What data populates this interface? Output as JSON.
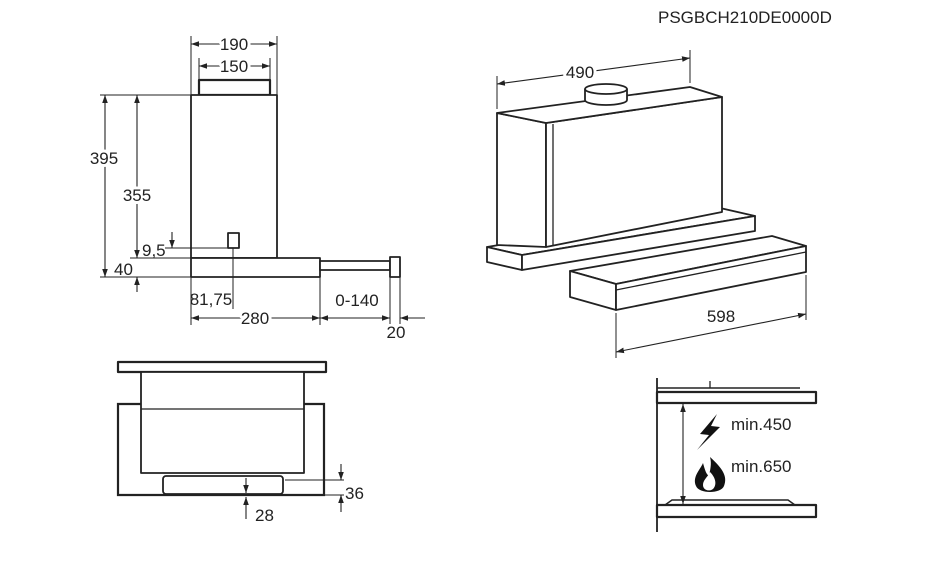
{
  "model_code": "PSGBCH210DE0000D",
  "side_view": {
    "width_outer": "190",
    "width_collar": "150",
    "height_total": "395",
    "height_body": "355",
    "connector_offset": "9,5",
    "tray_height": "40",
    "connector_depth": "81,75",
    "depth": "280",
    "extension": "0-140",
    "panel_depth": "20"
  },
  "perspective_view": {
    "body_width": "490",
    "total_width": "598"
  },
  "front_view": {
    "dim_a": "36",
    "dim_b": "28"
  },
  "installation": {
    "electric_icon": "lightning-icon",
    "electric_min": "min.450",
    "gas_icon": "flame-icon",
    "gas_min": "min.650"
  }
}
